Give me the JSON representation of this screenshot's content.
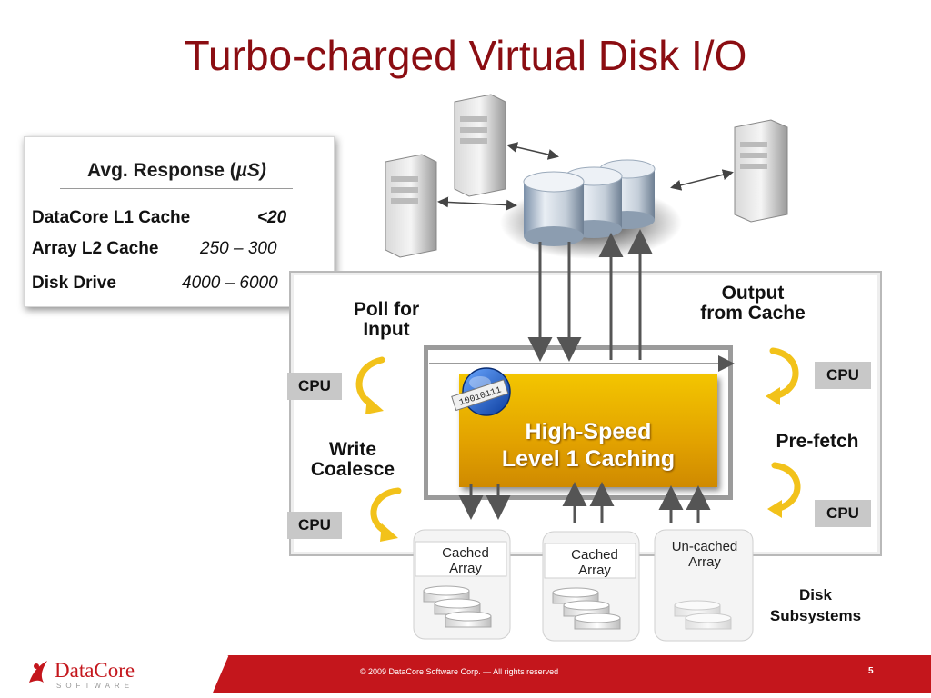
{
  "slide": {
    "title": "Turbo-charged Virtual Disk I/O",
    "page_number": "5",
    "copyright": "© 2009 DataCore Software Corp. — All rights reserved"
  },
  "response_table": {
    "heading": "Avg. Response (",
    "heading_unit": "µS)",
    "rows": [
      {
        "label": "DataCore L1 Cache",
        "value": "<20"
      },
      {
        "label": "Array L2 Cache",
        "value": "250 – 300"
      },
      {
        "label": "Disk Drive",
        "value": "4000 – 6000"
      }
    ]
  },
  "diagram": {
    "poll_input": "Poll for\nInput",
    "output_cache": "Output\nfrom Cache",
    "write_coalesce": "Write\nCoalesce",
    "pre_fetch": "Pre-fetch",
    "cpu_label": "CPU",
    "cache_label_1": "High-Speed",
    "cache_label_2": "Level 1 Caching",
    "chip_text": "10010111",
    "arrays": [
      {
        "line1": "Cached",
        "line2": "Array"
      },
      {
        "line1": "Cached",
        "line2": "Array"
      },
      {
        "line1": "Un-cached",
        "line2": "Array"
      }
    ],
    "disk_subsystems_1": "Disk",
    "disk_subsystems_2": "Subsystems"
  },
  "logo": {
    "name": "DataCore",
    "sub": "SOFTWARE"
  },
  "colors": {
    "title": "#8b0d12",
    "brand_red": "#c4161c",
    "cache_gold": "#e2a200",
    "arrow_yellow": "#f2c21a"
  }
}
